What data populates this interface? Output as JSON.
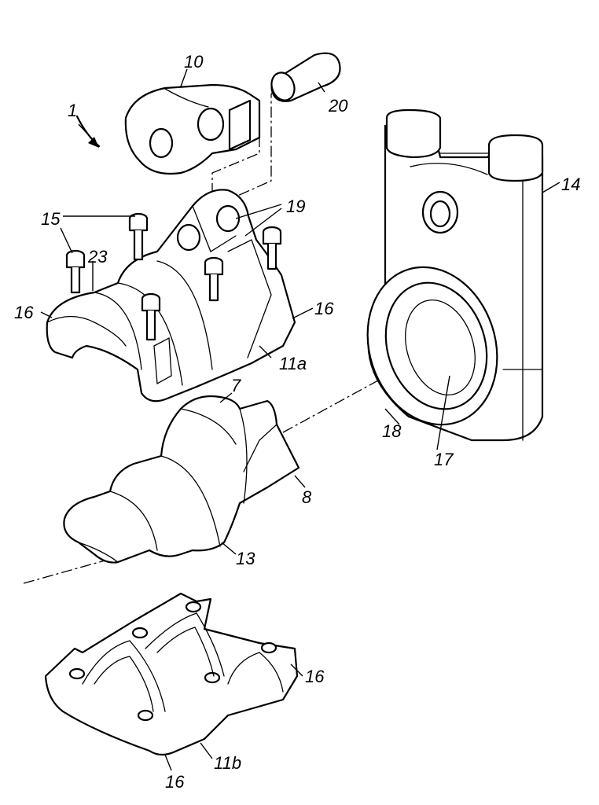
{
  "labels": {
    "assembly": "1",
    "rocker": "10",
    "pin": "20",
    "bolts": "15",
    "fork": "19",
    "cap": "23",
    "bearing_upper": "11a",
    "ends_upper_left": "16",
    "ends_upper_right": "16",
    "rod": "14",
    "bore": "17",
    "rim": "18",
    "lobe": "7",
    "flat": "8",
    "collar": "13",
    "bearing_lower": "11b",
    "ends_lower_right": "16",
    "ends_lower_bottom": "16"
  }
}
